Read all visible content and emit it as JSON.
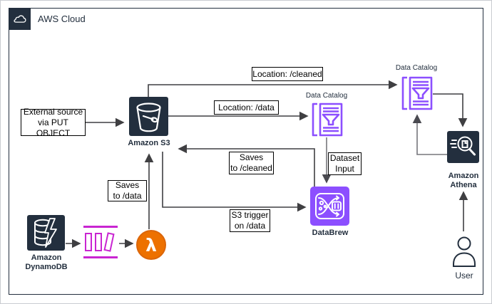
{
  "diagram": {
    "cloud_label": "AWS Cloud",
    "nodes": {
      "external_source": {
        "line1": "External source",
        "line2": "via PUT OBJECT"
      },
      "s3": {
        "label": "Amazon S3"
      },
      "dynamodb": {
        "line1": "Amazon",
        "line2": "DynamoDB"
      },
      "lambda": {
        "glyph": "λ"
      },
      "data_catalog_mid": {
        "label": "Data Catalog"
      },
      "data_catalog_top": {
        "label": "Data Catalog"
      },
      "databrew": {
        "label": "DataBrew"
      },
      "athena": {
        "line1": "Amazon",
        "line2": "Athena"
      },
      "user": {
        "label": "User"
      }
    },
    "edge_labels": {
      "location_cleaned": "Location: /cleaned",
      "location_data": "Location: /data",
      "saves_cleaned": {
        "line1": "Saves",
        "line2": "to /cleaned"
      },
      "s3_trigger": {
        "line1": "S3 trigger",
        "line2": "on /data"
      },
      "saves_data": {
        "line1": "Saves",
        "line2": "to /data"
      },
      "dataset_input": {
        "line1": "Dataset",
        "line2": "Input"
      }
    },
    "colors": {
      "navy": "#232F3E",
      "purple": "#8C4FFF",
      "magenta": "#C925D1",
      "orange": "#ED7100",
      "line_dark": "#3F3F42",
      "line_gray": "#76767C"
    }
  }
}
